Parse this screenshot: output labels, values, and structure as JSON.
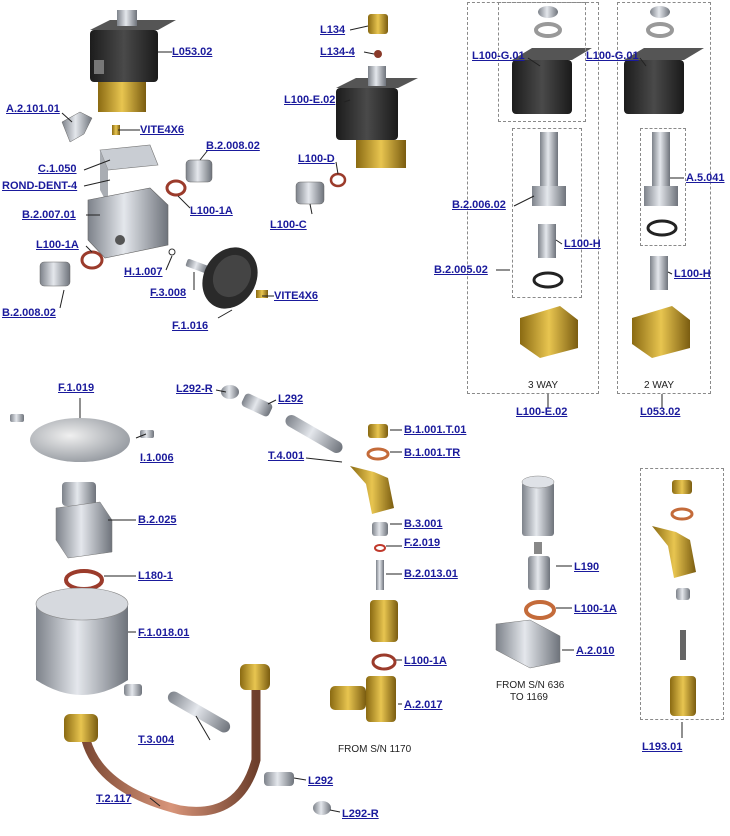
{
  "labels": {
    "L053_02_top": "L053.02",
    "A_2_101_01": "A.2.101.01",
    "VITE4X6_a": "VITE4X6",
    "B_2_008_02_a": "B.2.008.02",
    "C_1_050": "C.1.050",
    "ROND_DENT_4": "ROND-DENT-4",
    "L100_1A_a": "L100-1A",
    "B_2_007_01": "B.2.007.01",
    "L100_1A_b": "L100-1A",
    "H_1_007": "H.1.007",
    "F_3_008": "F.3.008",
    "VITE4X6_b": "VITE4X6",
    "B_2_008_02_b": "B.2.008.02",
    "F_1_016": "F.1.016",
    "L134": "L134",
    "L134_4": "L134-4",
    "L100_E_02_a": "L100-E.02",
    "L100_D": "L100-D",
    "L100_C": "L100-C",
    "L100_G_01_a": "L100-G.01",
    "L100_G_01_b": "L100-G.01",
    "B_2_006_02": "B.2.006.02",
    "A_5_041": "A.5.041",
    "L100_H_a": "L100-H",
    "L100_H_b": "L100-H",
    "B_2_005_02": "B.2.005.02",
    "L100_E_02_b": "L100-E.02",
    "L053_02_bottom": "L053.02",
    "F_1_019": "F.1.019",
    "I_1_006": "I.1.006",
    "B_2_025": "B.2.025",
    "L180_1": "L180-1",
    "F_1_018_01": "F.1.018.01",
    "T_3_004": "T.3.004",
    "T_2_117": "T.2.117",
    "L292_R_a": "L292-R",
    "L292_a": "L292",
    "T_4_001": "T.4.001",
    "B_1_001_T_01": "B.1.001.T.01",
    "B_1_001_TR": "B.1.001.TR",
    "B_3_001": "B.3.001",
    "F_2_019": "F.2.019",
    "B_2_013_01": "B.2.013.01",
    "L100_1A_c": "L100-1A",
    "A_2_017": "A.2.017",
    "L292_b": "L292",
    "L292_R_b": "L292-R",
    "L190": "L190",
    "L100_1A_d": "L100-1A",
    "A_2_010": "A.2.010",
    "L193_01": "L193.01"
  },
  "notes": {
    "three_way": "3 WAY",
    "two_way": "2 WAY",
    "from_sn_1170": "FROM S/N 1170",
    "from_sn_636_line1": "FROM S/N 636",
    "from_sn_636_line2": "TO 1169"
  },
  "colors": {
    "label_blue": "#1a1a9c",
    "brass": "#c9a227",
    "coil_black": "#2b2b2b",
    "steel": "#b7bcc4",
    "copper": "#b8735a"
  }
}
